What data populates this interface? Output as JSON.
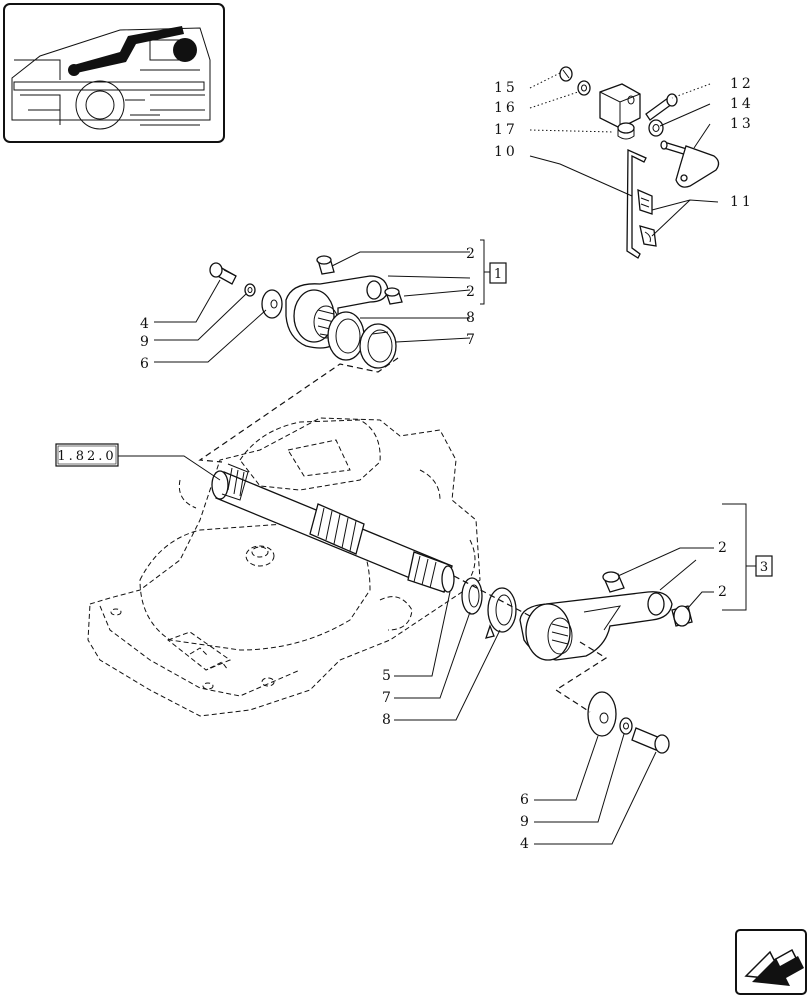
{
  "reference_boxes": {
    "main_ref": "1.82.0",
    "group_1": "1",
    "group_3": "3"
  },
  "callouts": {
    "c15": "15",
    "c16": "16",
    "c17": "17",
    "c10": "10",
    "c12": "12",
    "c14": "14",
    "c13": "13",
    "c11": "11",
    "top_2a": "2",
    "top_2b": "2",
    "top_8": "8",
    "top_7": "7",
    "top_4": "4",
    "top_9": "9",
    "top_6": "6",
    "right_2a": "2",
    "right_2b": "2",
    "mid_5": "5",
    "mid_7": "7",
    "mid_8": "8",
    "bot_6": "6",
    "bot_9": "9",
    "bot_4": "4"
  },
  "icons": {
    "thumbnail": "tractor-location-thumbnail-icon",
    "next_page": "next-page-arrow-icon"
  }
}
